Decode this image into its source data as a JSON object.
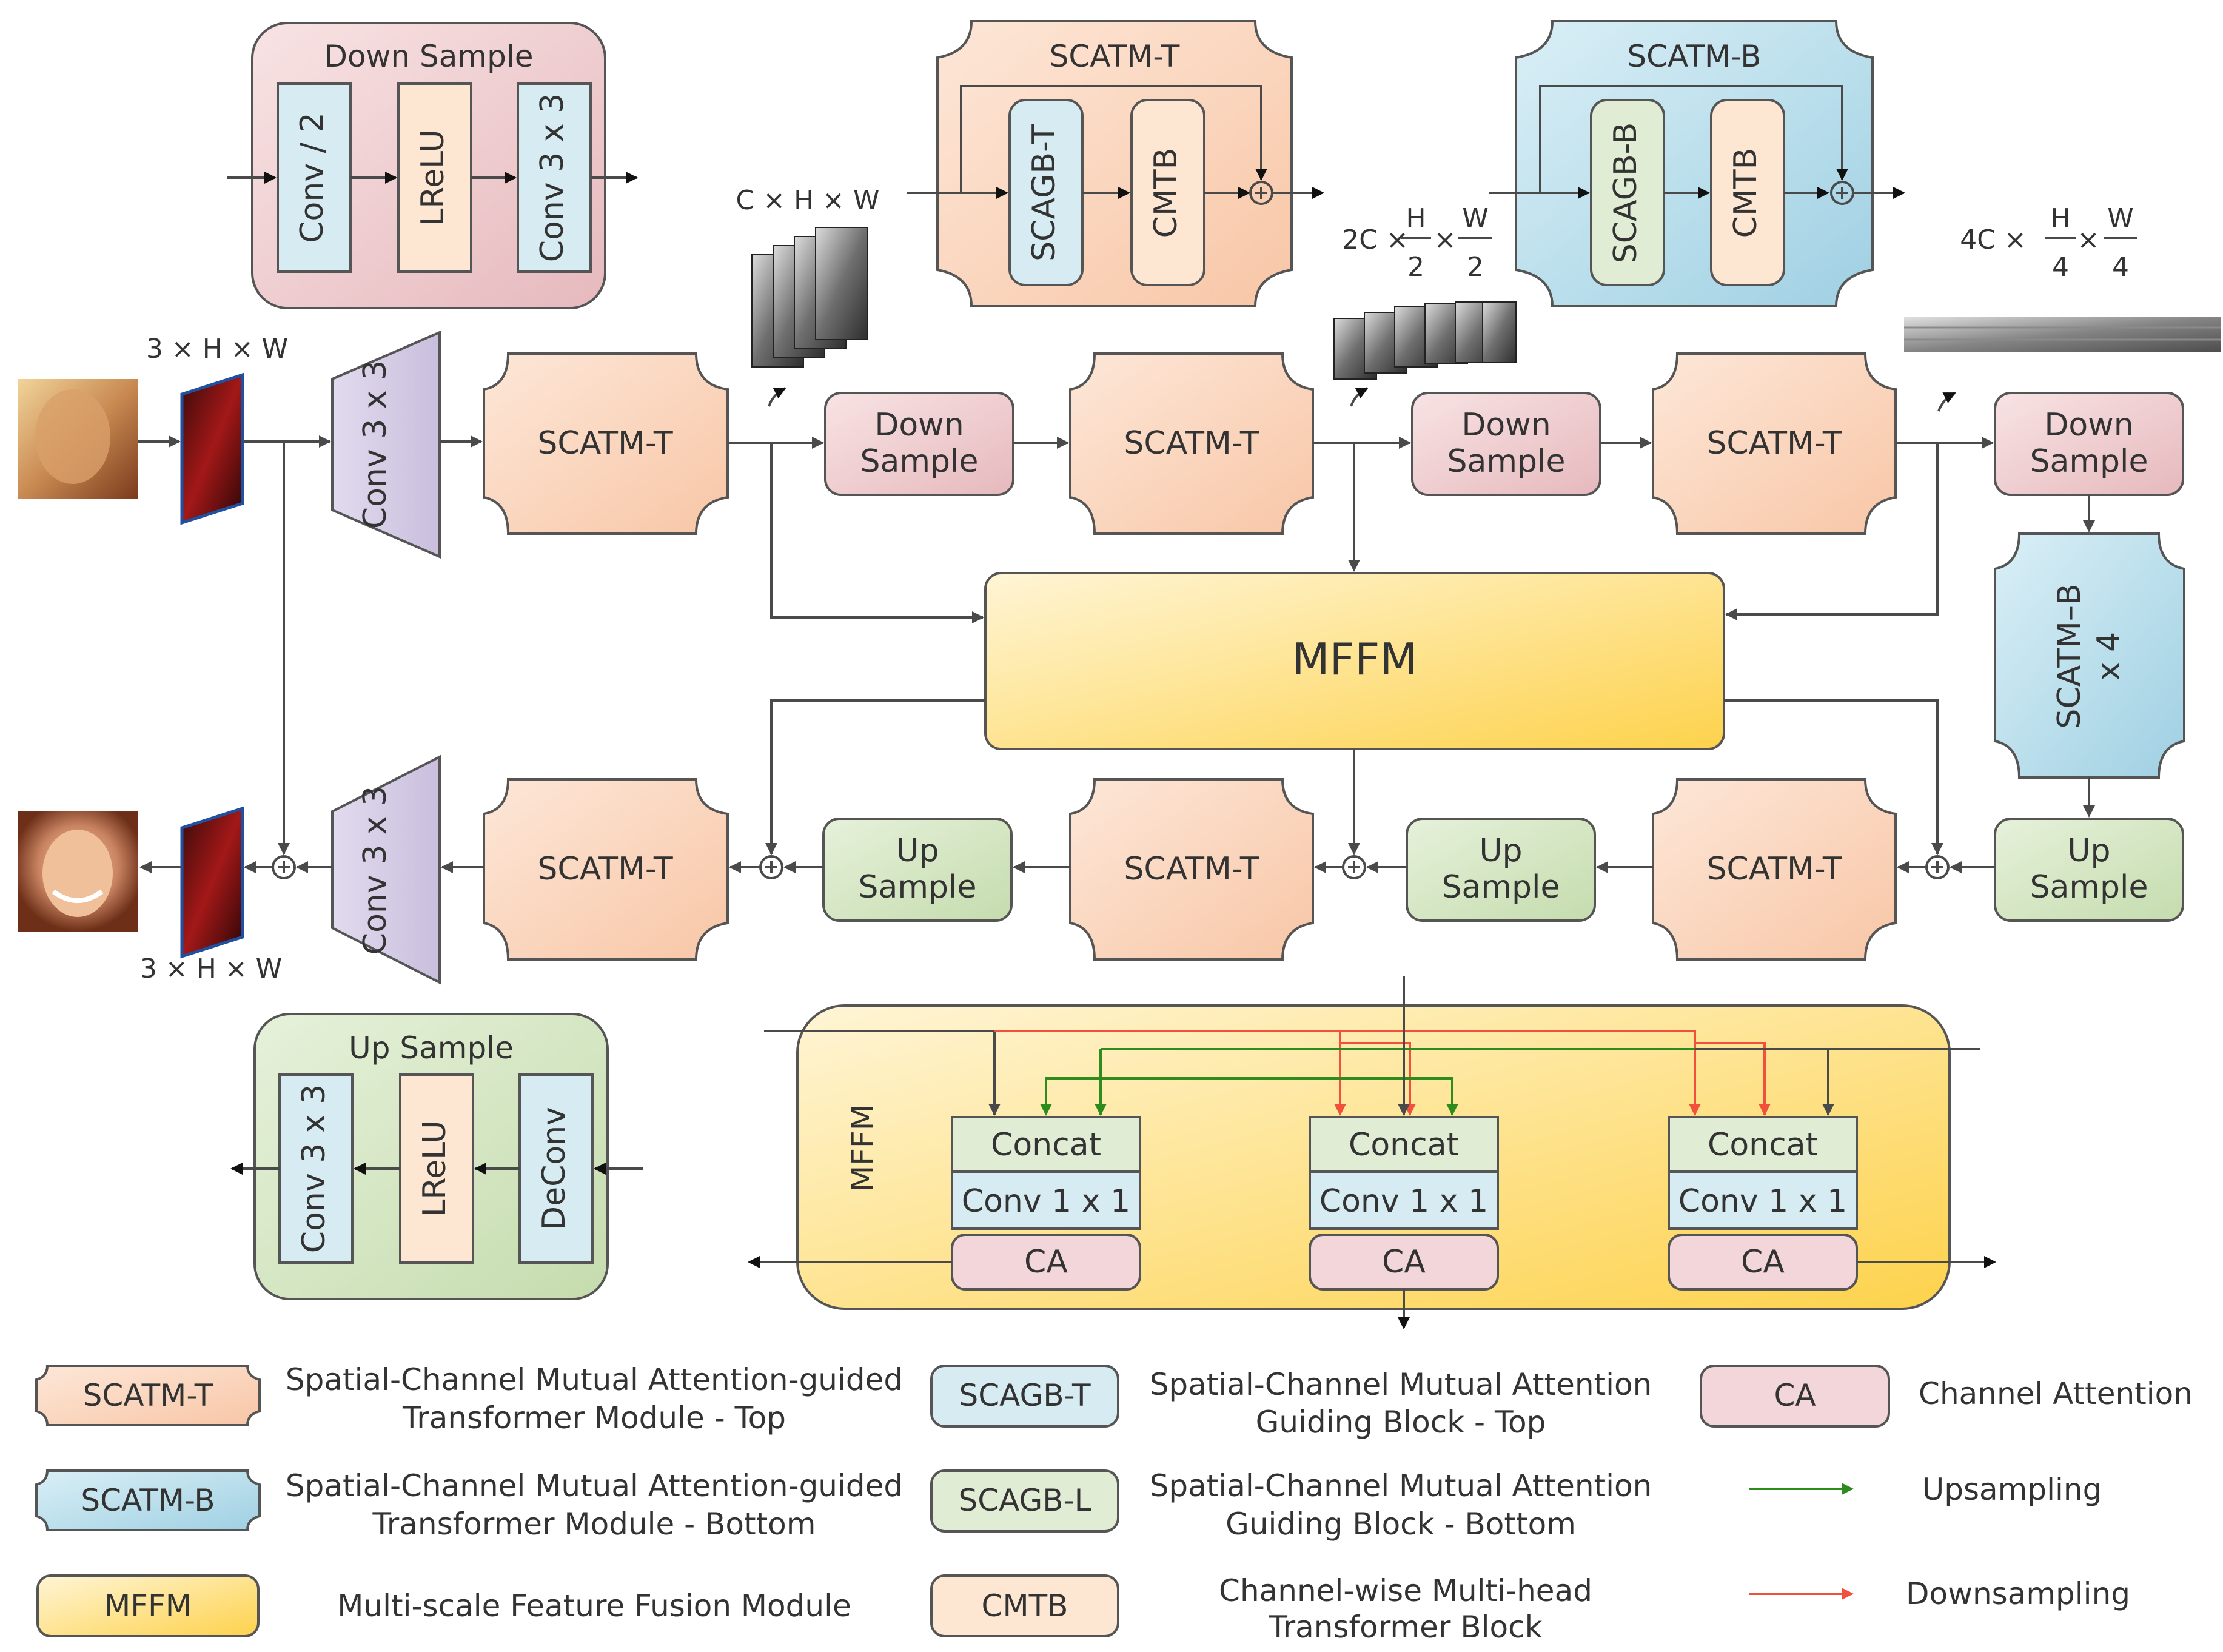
{
  "colors": {
    "scatm_t": "#fbd8c2",
    "scatm_b": "#bfe0ec",
    "mffm_light": "#fdf0c8",
    "mffm_dark": "#fdd55a",
    "down": "#efcfd2",
    "up": "#d5e6c3",
    "conv": "#d8d0e6",
    "ca": "#f2d6da",
    "concat": "#e0ecd4",
    "conv1": "#d6ebf2",
    "upsampling_arrow": "#2e8b1e",
    "downsampling_arrow": "#f0503c"
  },
  "icons": {
    "input_face": "lowres-face-image",
    "output_face": "restored-face-image",
    "feature_maps": "feature-map-stack",
    "sum": "circle-plus-icon"
  },
  "labels": {
    "scatm_t": "SCATM-T",
    "scatm_b": "SCATM-B",
    "scatm_b_x4": "SCATM–B",
    "x4": "x 4",
    "down_sample_1": "Down",
    "down_sample_2": "Sample",
    "up_sample_1": "Up",
    "up_sample_2": "Sample",
    "conv3": "Conv 3 x 3",
    "mffm": "MFFM",
    "concat": "Concat",
    "conv1": "Conv 1 x 1",
    "ca": "CA",
    "plus": "+"
  },
  "dims": {
    "input": "3 × H × W",
    "output": "3 × H × W",
    "level1": "C × H × W",
    "level2_prefix": "2C ×",
    "level3_prefix": "4C ×",
    "times": "×",
    "H": "H",
    "W": "W",
    "two": "2",
    "four": "4"
  },
  "detail": {
    "down_title": "Down Sample",
    "down_items": [
      "Conv / 2",
      "LReLU",
      "Conv 3 x 3"
    ],
    "scatm_t_title": "SCATM-T",
    "scatm_t_items": [
      "SCAGB-T",
      "CMTB"
    ],
    "scatm_b_title": "SCATM-B",
    "scatm_b_items": [
      "SCAGB-B",
      "CMTB"
    ],
    "up_title": "Up Sample",
    "up_items": [
      "Conv 3 x 3",
      "LReLU",
      "DeConv"
    ],
    "mffm_title": "MFFM"
  },
  "legend": [
    {
      "key": "SCATM-T",
      "line1": "Spatial-Channel Mutual Attention-guided",
      "line2": "Transformer Module - Top"
    },
    {
      "key": "SCATM-B",
      "line1": "Spatial-Channel Mutual Attention-guided",
      "line2": "Transformer Module - Bottom"
    },
    {
      "key": "MFFM",
      "line1": "Multi-scale Feature Fusion Module",
      "line2": ""
    },
    {
      "key": "SCAGB-T",
      "line1": "Spatial-Channel Mutual Attention",
      "line2": "Guiding Block - Top"
    },
    {
      "key": "SCAGB-L",
      "line1": "Spatial-Channel Mutual Attention",
      "line2": "Guiding Block - Bottom"
    },
    {
      "key": "CMTB",
      "line1": "Channel-wise Multi-head",
      "line2": "Transformer Block"
    },
    {
      "key": "CA",
      "line1": "Channel Attention",
      "line2": ""
    },
    {
      "key": "",
      "line1": "Upsampling",
      "line2": ""
    },
    {
      "key": "",
      "line1": "Downsampling",
      "line2": ""
    }
  ]
}
